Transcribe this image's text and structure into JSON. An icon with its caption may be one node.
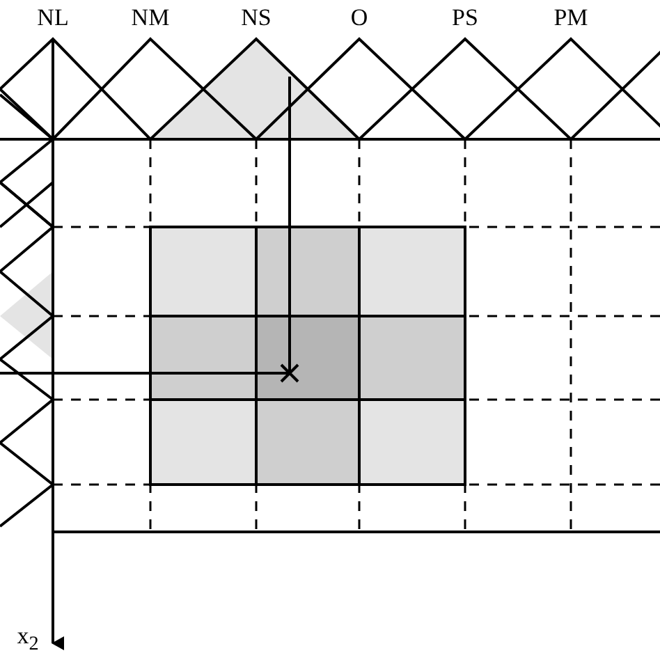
{
  "diagram": {
    "labels": [
      "NL",
      "NM",
      "NS",
      "O",
      "PS",
      "PM",
      "x$_{2}$"
    ]
  }
}
